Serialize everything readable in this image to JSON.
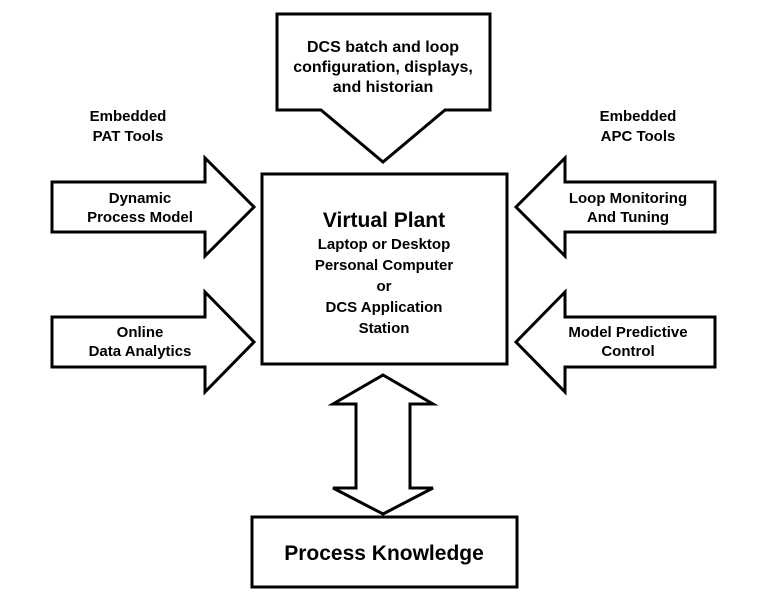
{
  "top_box": {
    "lines": [
      "DCS batch and loop",
      "configuration, displays,",
      "and historian"
    ]
  },
  "left_labels": {
    "pat": [
      "Embedded",
      "PAT Tools"
    ]
  },
  "right_labels": {
    "apc": [
      "Embedded",
      "APC Tools"
    ]
  },
  "left_arrows": {
    "dynamic_model": [
      "Dynamic",
      "Process Model"
    ],
    "data_analytics": [
      "Online",
      "Data Analytics"
    ]
  },
  "right_arrows": {
    "loop_monitoring": [
      "Loop Monitoring",
      "And Tuning"
    ],
    "mpc": [
      "Model Predictive",
      "Control"
    ]
  },
  "center_box": {
    "title": "Virtual Plant",
    "lines": [
      "Laptop or Desktop",
      "Personal Computer",
      "or",
      "DCS Application",
      "Station"
    ]
  },
  "bottom_box": {
    "title": "Process Knowledge"
  }
}
